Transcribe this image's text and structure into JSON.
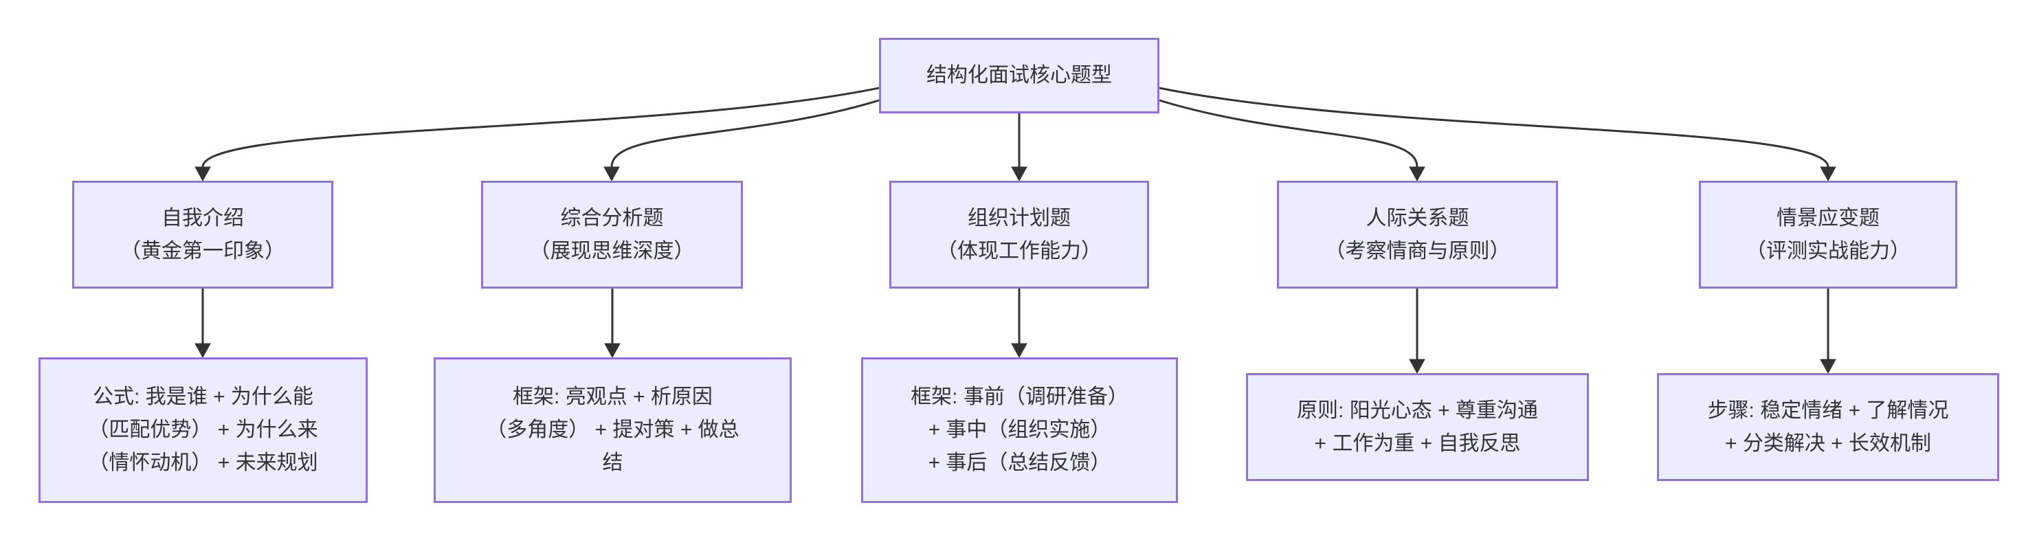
{
  "colors": {
    "node_fill": "#ECECFF",
    "node_border": "#9370DB",
    "edge": "#333333",
    "text": "#333333",
    "background": "#FFFFFF"
  },
  "diagram": {
    "root": {
      "lines": [
        "结构化面试核心题型"
      ]
    },
    "branches": [
      {
        "lines": [
          "自我介绍",
          "（黄金第一印象）"
        ]
      },
      {
        "lines": [
          "综合分析题",
          "（展现思维深度）"
        ]
      },
      {
        "lines": [
          "组织计划题",
          "（体现工作能力）"
        ]
      },
      {
        "lines": [
          "人际关系题",
          "（考察情商与原则）"
        ]
      },
      {
        "lines": [
          "情景应变题",
          "（评测实战能力）"
        ]
      }
    ],
    "details": [
      {
        "lines": [
          "公式: 我是谁 + 为什么能",
          "（匹配优势） + 为什么来",
          "（情怀动机） + 未来规划"
        ]
      },
      {
        "lines": [
          "框架: 亮观点 + 析原因",
          "（多角度） + 提对策 + 做总",
          "结"
        ]
      },
      {
        "lines": [
          "框架: 事前（调研准备）",
          "+ 事中（组织实施）",
          "+ 事后（总结反馈）"
        ]
      },
      {
        "lines": [
          "原则: 阳光心态 + 尊重沟通",
          "+ 工作为重 + 自我反思"
        ]
      },
      {
        "lines": [
          "步骤: 稳定情绪 + 了解情况",
          "+ 分类解决 + 长效机制"
        ]
      }
    ]
  }
}
